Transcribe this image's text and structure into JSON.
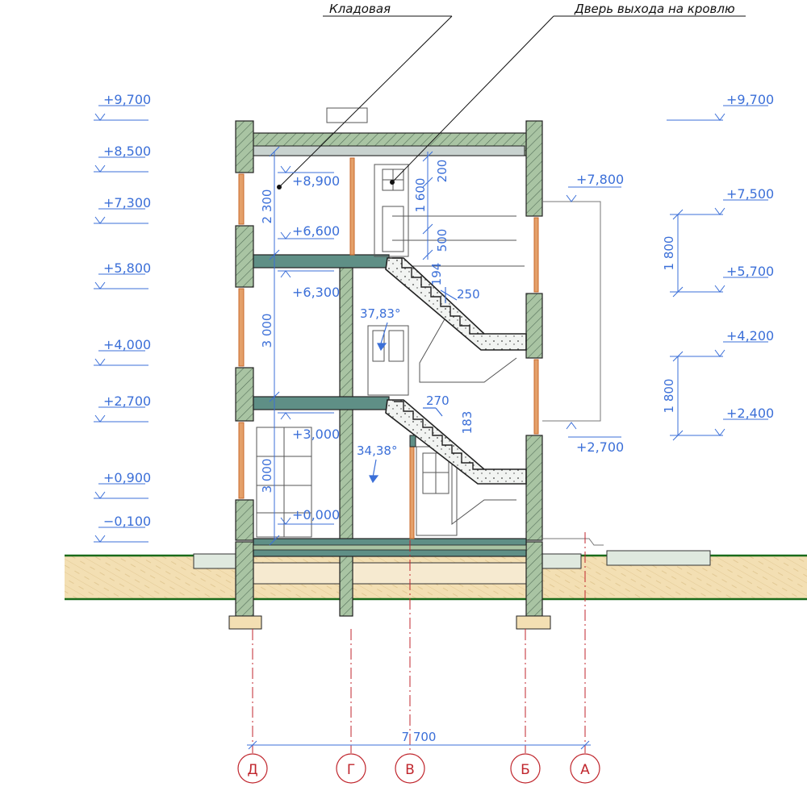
{
  "callouts": {
    "storage": "Кладовая",
    "roof_door": "Дверь выхода на кровлю"
  },
  "levels_left": [
    "+9,700",
    "+8,500",
    "+7,300",
    "+5,800",
    "+4,000",
    "+2,700",
    "+0,900",
    "−0,100"
  ],
  "levels_right": [
    "+9,700",
    "+7,500",
    "+5,700",
    "+4,200",
    "+2,400"
  ],
  "levels_inner": {
    "l8900": "+8,900",
    "l6600": "+6,600",
    "l6300": "+6,300",
    "l3000": "+3,000",
    "l0000": "+0,000",
    "l7800": "+7,800",
    "l2700r": "+2,700"
  },
  "dims": {
    "d2300": "2 300",
    "d3000a": "3 000",
    "d3000b": "3 000",
    "d200": "200",
    "d1600": "1 600",
    "d500": "500",
    "d194": "194",
    "d250": "250",
    "d270": "270",
    "d183": "183",
    "a1": "37,83°",
    "a2": "34,38°",
    "d1800a": "1 800",
    "d1800b": "1 800",
    "overall": "7 700"
  },
  "axes": [
    "Д",
    "Г",
    "В",
    "Б",
    "А"
  ],
  "colors": {
    "dimension": "#3b6fd8",
    "concrete": "#a9c4a3",
    "slab": "#5f8f86",
    "ground": "#f3dfb3",
    "grade": "#1a6b1a",
    "axis": "#c0262d",
    "timber": "#c8672a"
  }
}
